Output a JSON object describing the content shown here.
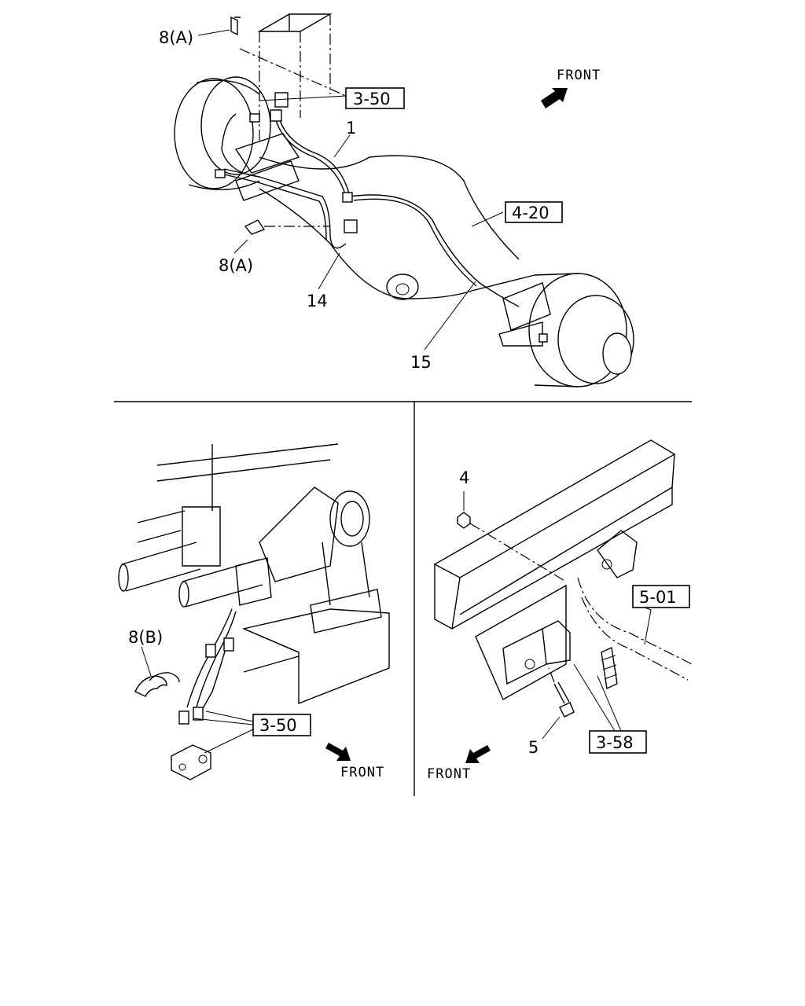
{
  "labels": {
    "top_clip_a_upper": "8(A)",
    "top_clip_a_lower": "8(A)",
    "top_pipe_1": "1",
    "top_pipe_14": "14",
    "top_pipe_15": "15",
    "top_ref_3_50": "3-50",
    "top_ref_4_20": "4-20",
    "top_front": "FRONT",
    "left_clip_b": "8(B)",
    "left_ref_3_50": "3-50",
    "left_front": "FRONT",
    "right_nut_4": "4",
    "right_bolt_5": "5",
    "right_ref_5_01": "5-01",
    "right_ref_3_58": "3-58",
    "right_front": "FRONT"
  },
  "icons": {
    "front_arrow": "front-arrow-icon"
  }
}
